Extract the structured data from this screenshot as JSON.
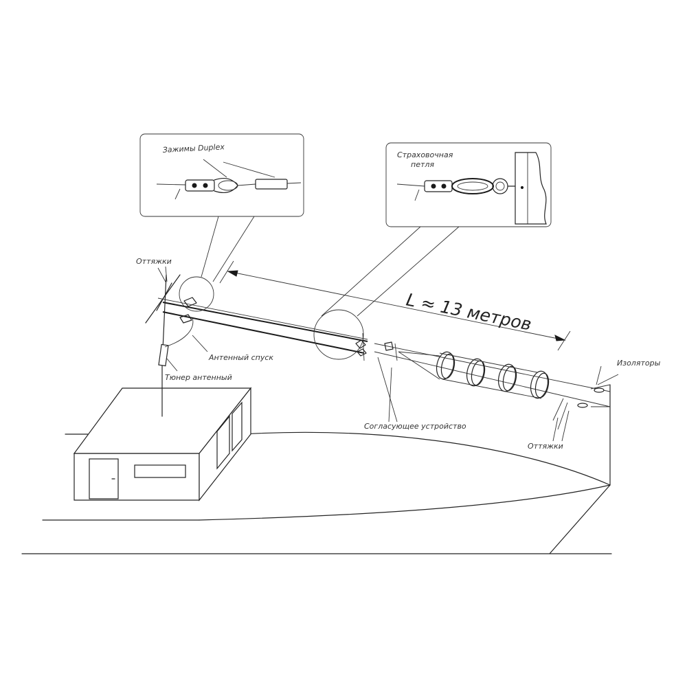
{
  "labels": {
    "duplex_clamps": "Зажимы Duplex",
    "safety_loop_line1": "Страховочная",
    "safety_loop_line2": "петля",
    "guys_left": "Оттяжки",
    "length": "L ≈ 13 метров",
    "antenna_feed": "Антенный спуск",
    "antenna_tuner": "Тюнер антенный",
    "matching_device": "Согласующее устройство",
    "insulators": "Изоляторы",
    "guys_right": "Оттяжки"
  }
}
